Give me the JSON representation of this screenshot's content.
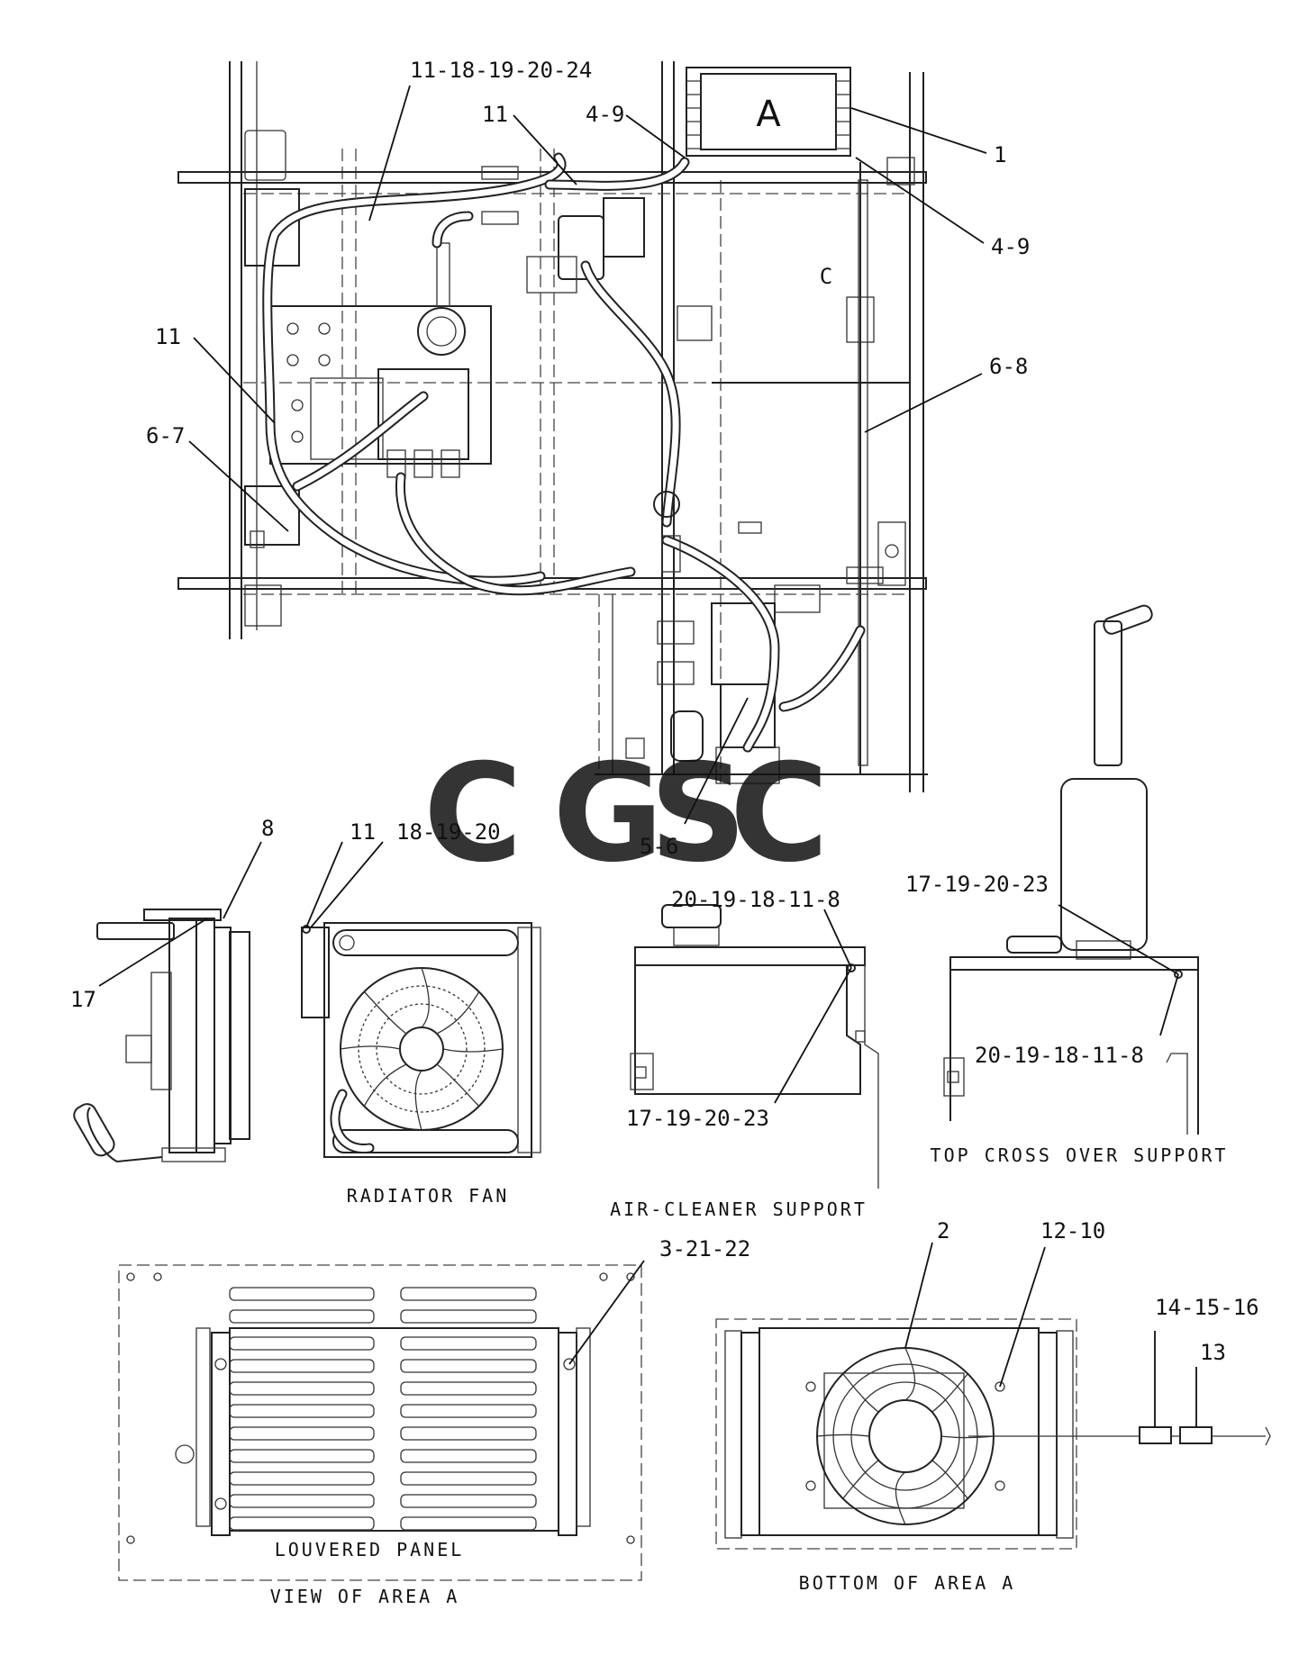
{
  "callouts": {
    "c_11_18_19_20_24": "11-18-19-20-24",
    "c_11_top": "11",
    "c_4_9_top": "4-9",
    "c_1": "1",
    "c_4_9_right": "4-9",
    "c_11_left": "11",
    "c_6_8": "6-8",
    "c_6_7": "6-7",
    "c_5_6": "5-6",
    "c_8": "8",
    "c_17": "17",
    "c_11_fan": "11",
    "c_18_19_20": "18-19-20",
    "c_20_19_18_11_8_a": "20-19-18-11-8",
    "c_17_19_20_23_a": "17-19-20-23",
    "c_17_19_20_23_b": "17-19-20-23",
    "c_20_19_18_11_8_b": "20-19-18-11-8",
    "c_3_21_22": "3-21-22",
    "c_2": "2",
    "c_12_10": "12-10",
    "c_14_15_16": "14-15-16",
    "c_13": "13"
  },
  "labels": {
    "box_a": "A",
    "small_c": "C",
    "radiator_fan": "RADIATOR FAN",
    "air_cleaner_support": "AIR-CLEANER SUPPORT",
    "top_cross_over_support": "TOP CROSS OVER SUPPORT",
    "louvered_panel": "LOUVERED PANEL",
    "view_of_area_a": "VIEW OF AREA A",
    "bottom_of_area_a": "BOTTOM OF AREA A"
  },
  "watermark": {
    "letters": [
      "C",
      "G",
      "S",
      "C"
    ],
    "colors": [
      "#7fa7f0",
      "#ef8f86",
      "#f6d36a",
      "#7fc6a0"
    ]
  }
}
